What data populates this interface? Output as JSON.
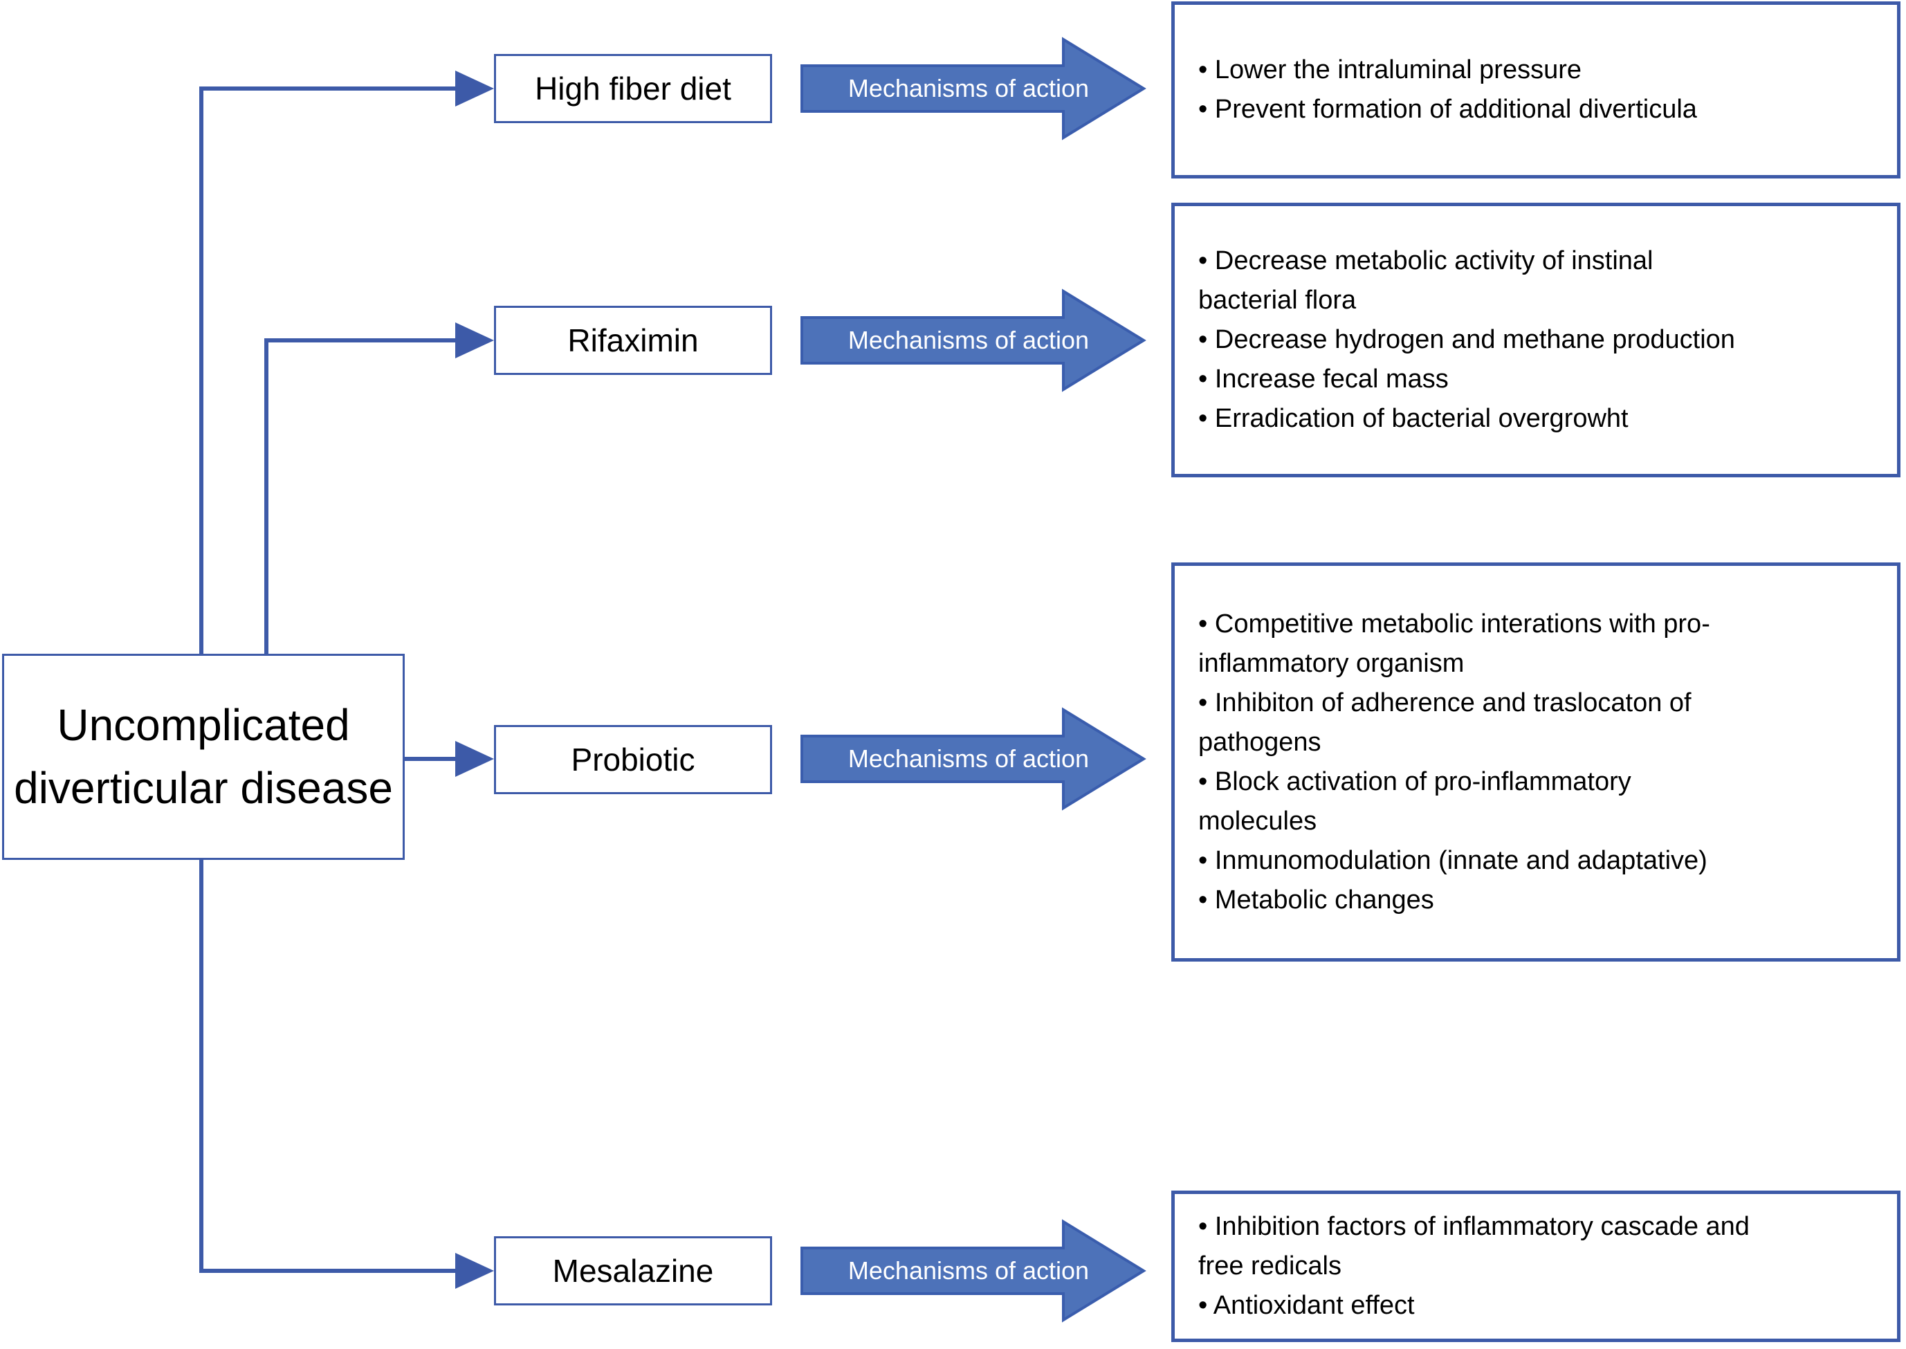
{
  "disease_box": {
    "title": "Uncomplicated diverticular disease"
  },
  "rows": [
    {
      "label": "High fiber diet",
      "arrow_label": "Mechanisms of action",
      "items": [
        "Lower the intraluminal pressure",
        "Prevent formation of additional diverticula"
      ]
    },
    {
      "label": "Rifaximin",
      "arrow_label": "Mechanisms of action",
      "items": [
        "Decrease metabolic activity of instinal\nbacterial flora",
        "Decrease hydrogen and methane production",
        "Increase fecal mass",
        "Erradication of bacterial overgrowht"
      ]
    },
    {
      "label": "Probiotic",
      "arrow_label": "Mechanisms of action",
      "items": [
        "Competitive metabolic interations with pro-\ninflammatory organism",
        "Inhibiton of adherence and traslocaton of\npathogens",
        "Block activation of pro-inflammatory\nmolecules",
        "Inmunomodulation (innate and adaptative)",
        "Metabolic changes"
      ]
    },
    {
      "label": "Mesalazine",
      "arrow_label": "Mechanisms of action",
      "items": [
        "Inhibition factors of inflammatory cascade and\nfree redicals",
        "Antioxidant effect"
      ]
    }
  ],
  "colors": {
    "line_blue": "#3d5aa8",
    "arrow_fill": "#4d72b9",
    "arrow_stroke": "#3a5dad",
    "arrow_text": "#ffffff",
    "body_text": "#000000",
    "background": "#ffffff"
  }
}
